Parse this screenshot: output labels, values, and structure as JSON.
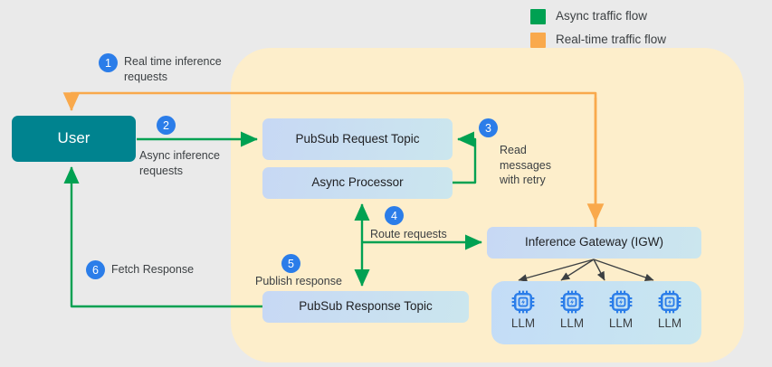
{
  "legend": {
    "items": [
      {
        "label": "Async traffic flow",
        "color": "#00a152",
        "icon": "green-square-icon"
      },
      {
        "label": "Real-time traffic flow",
        "color": "#f9a94c",
        "icon": "orange-square-icon"
      }
    ]
  },
  "nodes": {
    "user": "User",
    "request_topic": "PubSub Request Topic",
    "async_processor": "Async Processor",
    "response_topic": "PubSub Response Topic",
    "inference_gateway": "Inference Gateway (IGW)",
    "llms": [
      "LLM",
      "LLM",
      "LLM",
      "LLM"
    ]
  },
  "steps": [
    {
      "number": "1",
      "caption": "Real time inference requests"
    },
    {
      "number": "2",
      "caption": "Async inference requests"
    },
    {
      "number": "3",
      "caption": "Read messages with retry"
    },
    {
      "number": "4",
      "caption": "Route requests"
    },
    {
      "number": "5",
      "caption": "Publish response"
    },
    {
      "number": "6",
      "caption": "Fetch Response"
    }
  ],
  "colors": {
    "background": "#eaeaea",
    "panel": "#fdeecb",
    "user_node": "#00838f",
    "node_blue_start": "#c7d8f4",
    "node_blue_end": "#cbe6ee",
    "badge": "#2b7de9",
    "async_green": "#00a152",
    "realtime_orange": "#f9a94c",
    "llm_icon": "#2b7de9",
    "fanout_arrow": "#3c4043"
  }
}
